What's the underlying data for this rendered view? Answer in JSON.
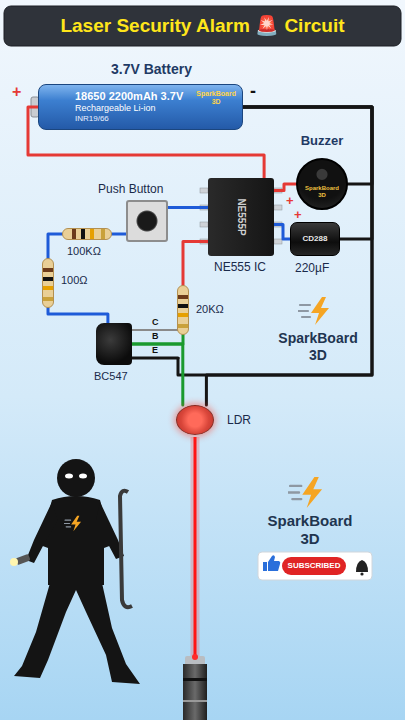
{
  "diagram": {
    "title": "Laser Security Alarm 🚨 Circuit",
    "nodes": [
      {
        "text": [
          "3.7V Battery",
          "18650 2200mAh 3.7V",
          "Rechargeable Li-ion",
          "INR19/66",
          "SparkBoard 3D"
        ]
      },
      {
        "text": [
          "Buzzer",
          "SparkBoard 3D"
        ]
      },
      {
        "text": [
          "Push Button"
        ]
      },
      {
        "text": [
          "NE555P",
          "NE555 IC"
        ]
      },
      {
        "text": [
          "CD288",
          "220µF"
        ]
      },
      {
        "text": [
          "100KΩ"
        ]
      },
      {
        "text": [
          "100Ω"
        ]
      },
      {
        "text": [
          "20KΩ"
        ]
      },
      {
        "text": [
          "BC547"
        ]
      },
      {
        "text": [
          "LDR"
        ]
      },
      {
        "text": [
          "SUBSCRIBED"
        ]
      }
    ],
    "edges": [
      {
        "from": 0,
        "to": 3,
        "arrow": "none"
      },
      {
        "from": 3,
        "to": 1,
        "arrow": "none"
      },
      {
        "from": 3,
        "to": 4,
        "arrow": "none"
      },
      {
        "from": 1,
        "to": 0,
        "arrow": "none"
      },
      {
        "from": 4,
        "to": 0,
        "arrow": "none"
      },
      {
        "from": 0,
        "to": 8,
        "arrow": "none"
      },
      {
        "from": 2,
        "to": 3,
        "arrow": "none"
      },
      {
        "from": 5,
        "to": 2,
        "arrow": "none"
      },
      {
        "from": 6,
        "to": 5,
        "arrow": "none"
      },
      {
        "from": 6,
        "to": 8,
        "arrow": "none"
      },
      {
        "from": 7,
        "to": 3,
        "arrow": "none"
      },
      {
        "from": 7,
        "to": 8,
        "arrow": "none"
      },
      {
        "from": 9,
        "to": 8,
        "arrow": "none"
      },
      {
        "from": 9,
        "to": 0,
        "arrow": "none"
      }
    ],
    "labels": [
      "+",
      "-",
      "+",
      "+",
      "C",
      "B",
      "E",
      "SparkBoard 3D",
      "SparkBoard 3D"
    ]
  }
}
